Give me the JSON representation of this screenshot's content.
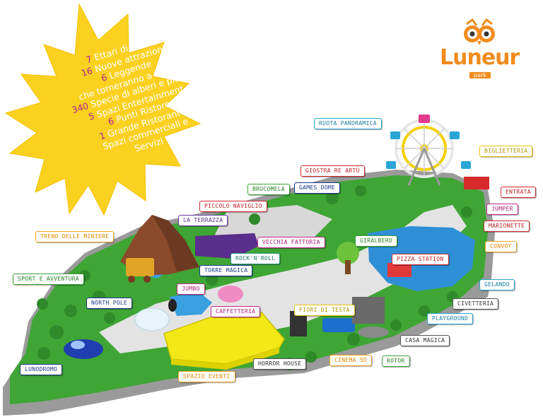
{
  "brand": {
    "name": "Luneur",
    "sub": "park",
    "colors": {
      "orange": "#f08c1e",
      "purple": "#b0208f",
      "star": "#fbd120"
    }
  },
  "star_lines": [
    {
      "num": "7",
      "text": " Ettari di Parco"
    },
    {
      "num": "16",
      "text": " Nuove attrazioni"
    },
    {
      "num": "6",
      "text": " Leggende"
    },
    {
      "num": "",
      "text": "che torneranno a vivere"
    },
    {
      "num": "340",
      "text": " Specie di alberi e piante"
    },
    {
      "num": "5",
      "text": " Spazi Entertainment"
    },
    {
      "num": "6",
      "text": " Punti Ristoro"
    },
    {
      "num": "1",
      "text": " Grande Ristorante"
    },
    {
      "num": "",
      "text": "Spazi commerciali e"
    },
    {
      "num": "",
      "text": "Servizi"
    }
  ],
  "attractions": [
    {
      "label": "RUOTA PANORAMICA",
      "color": "cyan"
    },
    {
      "label": "BIGLIETTERIA",
      "color": "yellow"
    },
    {
      "label": "GIOSTRA RE ARTÙ",
      "color": "red"
    },
    {
      "label": "BRUCOMELA",
      "color": "green"
    },
    {
      "label": "GAMES DOME",
      "color": "blue"
    },
    {
      "label": "ENTRATA",
      "color": "red"
    },
    {
      "label": "PICCOLO NAVIGLIO",
      "color": "red"
    },
    {
      "label": "JUMPER",
      "color": "pink"
    },
    {
      "label": "LA TERRAZZA",
      "color": "purple"
    },
    {
      "label": "MARIONETTE",
      "color": "red"
    },
    {
      "label": "TRENO DELLE MINIERE",
      "color": "orange"
    },
    {
      "label": "VECCHIA FATTORIA",
      "color": "pink"
    },
    {
      "label": "GIRALBERO",
      "color": "green"
    },
    {
      "label": "CONVOY",
      "color": "orange"
    },
    {
      "label": "ROCK'N'ROLL",
      "color": "teal"
    },
    {
      "label": "PIZZA STATION",
      "color": "red"
    },
    {
      "label": "TORRE MAGICA",
      "color": "blue"
    },
    {
      "label": "SPORT E AVVENTURA",
      "color": "green"
    },
    {
      "label": "GELANDO",
      "color": "cyan"
    },
    {
      "label": "JUMBO",
      "color": "pink"
    },
    {
      "label": "CIVETTERIA",
      "color": "grey"
    },
    {
      "label": "NORTH POLE",
      "color": "blue"
    },
    {
      "label": "CAFFETTERIA",
      "color": "pink"
    },
    {
      "label": "FIORI DI TESTA",
      "color": "yellow"
    },
    {
      "label": "PLAYGROUND",
      "color": "cyan"
    },
    {
      "label": "CASA MAGICA",
      "color": "grey"
    },
    {
      "label": "LUNODROMO",
      "color": "blue"
    },
    {
      "label": "HORROR HOUSE",
      "color": "grey"
    },
    {
      "label": "CINEMA 5D",
      "color": "orange"
    },
    {
      "label": "ROTOR",
      "color": "green"
    },
    {
      "label": "SPAZIO EVENTI",
      "color": "orange"
    }
  ]
}
